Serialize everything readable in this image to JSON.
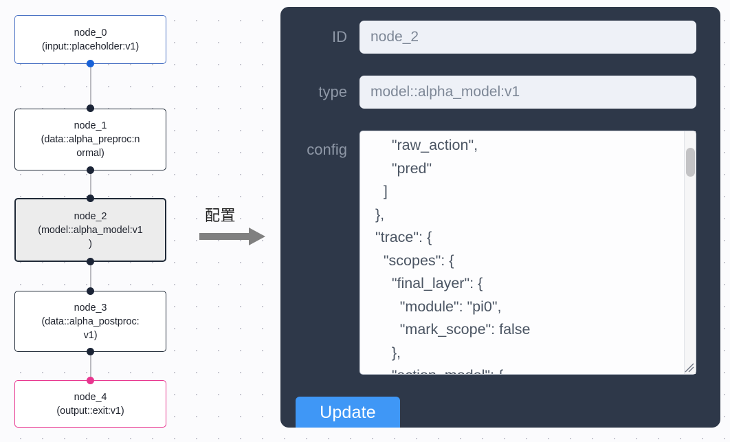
{
  "canvas": {
    "background_color": "#fbfbfd",
    "grid_dot_color": "#c9c9d2",
    "nodes": [
      {
        "id": "node_0",
        "title": "node_0",
        "subtitle": "(input::placeholder:v1)",
        "border_color": "#4a72c4",
        "fill_color": "#ffffff",
        "selected": false,
        "handle_color": "#1761d8"
      },
      {
        "id": "node_1",
        "title": "node_1",
        "subtitle_line_1": "(data::alpha_preproc:n",
        "subtitle_line_2": "ormal)",
        "border_color": "#1f2937",
        "fill_color": "#ffffff",
        "selected": false,
        "handle_color": "#1b2436"
      },
      {
        "id": "node_2",
        "title": "node_2",
        "subtitle_line_1": "(model::alpha_model:v1",
        "subtitle_line_2": ")",
        "border_color": "#1f2937",
        "fill_color": "#ececec",
        "selected": true,
        "handle_color": "#1b2436"
      },
      {
        "id": "node_3",
        "title": "node_3",
        "subtitle_line_1": "(data::alpha_postproc:",
        "subtitle_line_2": "v1)",
        "border_color": "#1f2937",
        "fill_color": "#ffffff",
        "selected": false,
        "handle_color": "#1b2436"
      },
      {
        "id": "node_4",
        "title": "node_4",
        "subtitle": "(output::exit:v1)",
        "border_color": "#e8368f",
        "fill_color": "#ffffff",
        "selected": false,
        "handle_color": "#e8368f"
      }
    ]
  },
  "annotation": {
    "label": "配置",
    "arrow_color": "#808080"
  },
  "inspector": {
    "background_color": "#2e3849",
    "accent_color": "#3f97f6",
    "fields": {
      "id": {
        "label": "ID",
        "value": "node_2",
        "placeholder": "node_2"
      },
      "type": {
        "label": "type",
        "value": "model::alpha_model:v1",
        "placeholder": "model::alpha_model:v1"
      },
      "config": {
        "label": "config",
        "value": "      \"raw_action\",\n      \"pred\"\n    ]\n  },\n  \"trace\": {\n    \"scopes\": {\n      \"final_layer\": {\n        \"module\": \"pi0\",\n        \"mark_scope\": false\n      },\n      \"action_model\": {",
        "scrollbar": {
          "visible": true,
          "thumb_position_pct": 7
        },
        "resize_handle": true
      }
    },
    "update_button": {
      "label": "Update"
    }
  }
}
